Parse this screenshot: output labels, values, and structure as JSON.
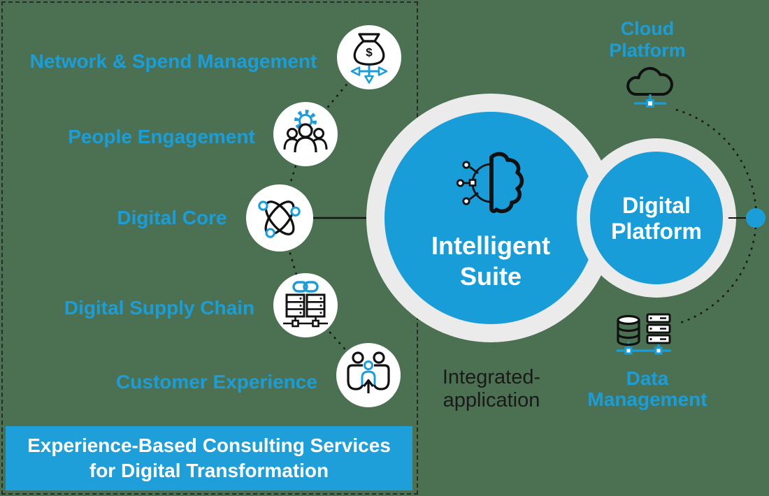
{
  "colors": {
    "background": "#4b7152",
    "accent_blue": "#1b9dd9",
    "circle_blue": "#189dd9",
    "banner_blue": "#1f9fd9",
    "ring_gray": "#ebebeb",
    "ink": "#1a1a1a"
  },
  "services_panel": {
    "items": [
      {
        "label": "Network & Spend Management",
        "icon": "money-bag-split-arrows-icon"
      },
      {
        "label": "People Engagement",
        "icon": "people-gear-icon"
      },
      {
        "label": "Digital Core",
        "icon": "atom-icon"
      },
      {
        "label": "Digital Supply Chain",
        "icon": "chain-link-servers-icon"
      },
      {
        "label": "Customer Experience",
        "icon": "customer-people-arrow-icon"
      }
    ],
    "banner": {
      "line1": "Experience-Based Consulting Services",
      "line2": "for Digital Transformation"
    }
  },
  "center": {
    "intelligent_suite": {
      "line1": "Intelligent",
      "line2": "Suite",
      "icon": "brain-circuit-icon"
    },
    "digital_platform": {
      "line1": "Digital",
      "line2": "Platform"
    },
    "caption": {
      "line1": "Integrated-",
      "line2": "application"
    }
  },
  "right_side": {
    "cloud_platform": {
      "line1": "Cloud",
      "line2": "Platform",
      "icon": "cloud-network-icon"
    },
    "data_management": {
      "line1": "Data",
      "line2": "Management",
      "icon": "database-server-icon"
    }
  }
}
